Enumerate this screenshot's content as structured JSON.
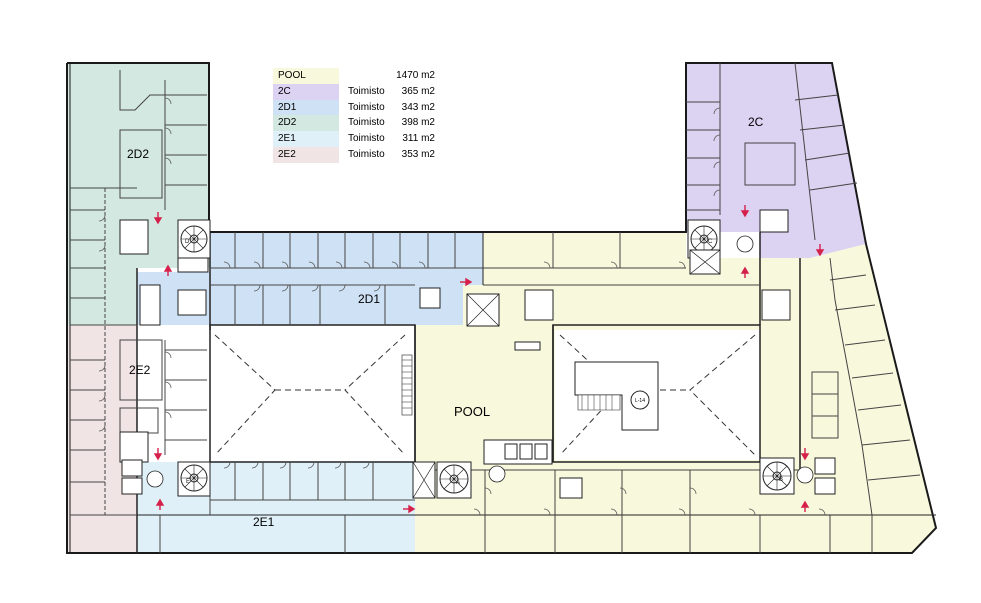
{
  "legend": {
    "rows": [
      {
        "code": "POOL",
        "type": "",
        "area": "1470 m2",
        "color": "#f8f8dc"
      },
      {
        "code": "2C",
        "type": "Toimisto",
        "area": "365 m2",
        "color": "#dcd2f2"
      },
      {
        "code": "2D1",
        "type": "Toimisto",
        "area": "343 m2",
        "color": "#cfe2f5"
      },
      {
        "code": "2D2",
        "type": "Toimisto",
        "area": "398 m2",
        "color": "#d3e8e0"
      },
      {
        "code": "2E1",
        "type": "Toimisto",
        "area": "311 m2",
        "color": "#dff0f8"
      },
      {
        "code": "2E2",
        "type": "Toimisto",
        "area": "353 m2",
        "color": "#f0e4e4"
      }
    ]
  },
  "zones": {
    "d2": "2D2",
    "c": "2C",
    "d1": "2D1",
    "e2": "2E2",
    "pool": "POOL",
    "e1": "2E1"
  },
  "stair_letters": {
    "d": "D",
    "c": "C",
    "e": "E",
    "a": "A",
    "b": "B"
  }
}
